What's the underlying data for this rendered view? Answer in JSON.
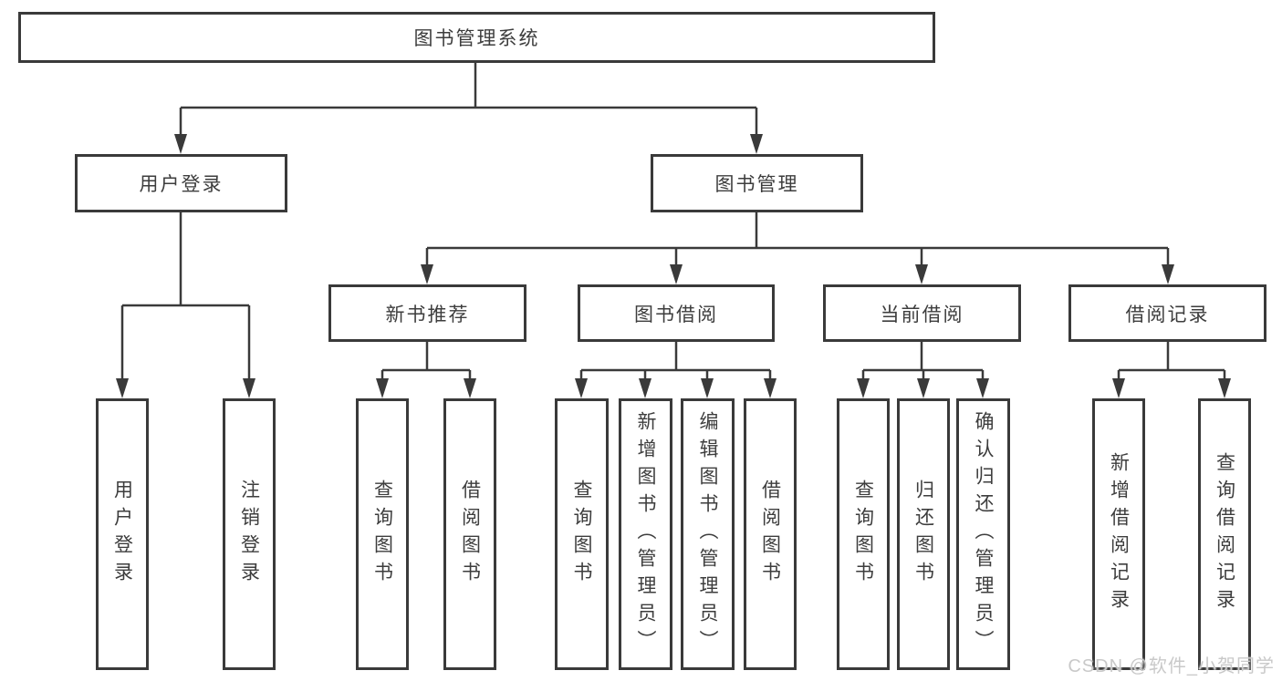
{
  "diagram": {
    "root": {
      "label": "图书管理系统"
    },
    "level2": [
      {
        "label": "用户登录",
        "children": [
          "用户登录",
          "注销登录"
        ]
      },
      {
        "label": "图书管理",
        "sections": [
          {
            "label": "新书推荐",
            "children": [
              "查询图书",
              "借阅图书"
            ]
          },
          {
            "label": "图书借阅",
            "children": [
              "查询图书",
              "新增图书（管理员）",
              "编辑图书（管理员）",
              "借阅图书"
            ]
          },
          {
            "label": "当前借阅",
            "children": [
              "查询图书",
              "归还图书",
              "确认归还（管理员）"
            ]
          },
          {
            "label": "借阅记录",
            "children": [
              "新增借阅记录",
              "查询借阅记录"
            ]
          }
        ]
      }
    ]
  },
  "watermark": {
    "text": "CSDN @软件_小贺同学"
  },
  "colors": {
    "line": "#3a3a3a",
    "text": "#3d3d3d",
    "watermark": "#c9c9c9",
    "background": "#ffffff"
  }
}
